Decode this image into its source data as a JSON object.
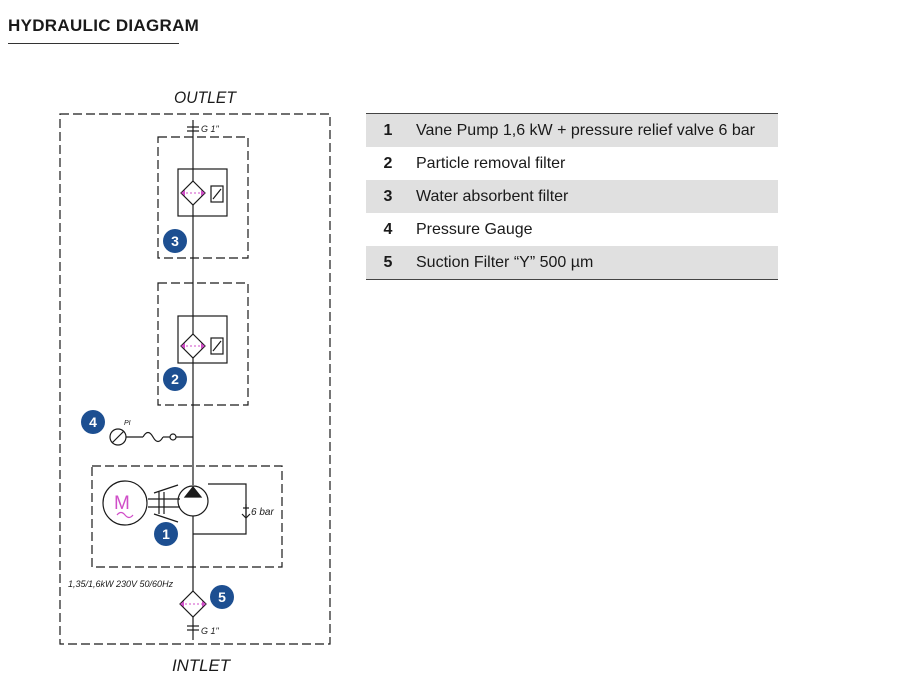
{
  "header": {
    "title": "HYDRAULIC DIAGRAM"
  },
  "diagram": {
    "outlet_label": "OUTLET",
    "inlet_label": "INTLET",
    "port_outlet": "G 1\"",
    "port_inlet": "G 1\"",
    "relief_label": "6 bar",
    "gauge_label": "PI",
    "motor_symbol": "M",
    "motor_spec": "1,35/1,6kW  230V 50/60Hz",
    "badges": [
      "1",
      "2",
      "3",
      "4",
      "5"
    ],
    "colors": {
      "badge": "#1d4f91",
      "motor": "#d04ec8",
      "line": "#1a1a1a"
    }
  },
  "legend": {
    "items": [
      {
        "num": "1",
        "text": "Vane Pump 1,6 kW + pressure relief valve 6 bar"
      },
      {
        "num": "2",
        "text": "Particle removal filter"
      },
      {
        "num": "3",
        "text": "Water absorbent filter"
      },
      {
        "num": "4",
        "text": "Pressure Gauge"
      },
      {
        "num": "5",
        "text": "Suction Filter “Y” 500 µm"
      }
    ]
  }
}
